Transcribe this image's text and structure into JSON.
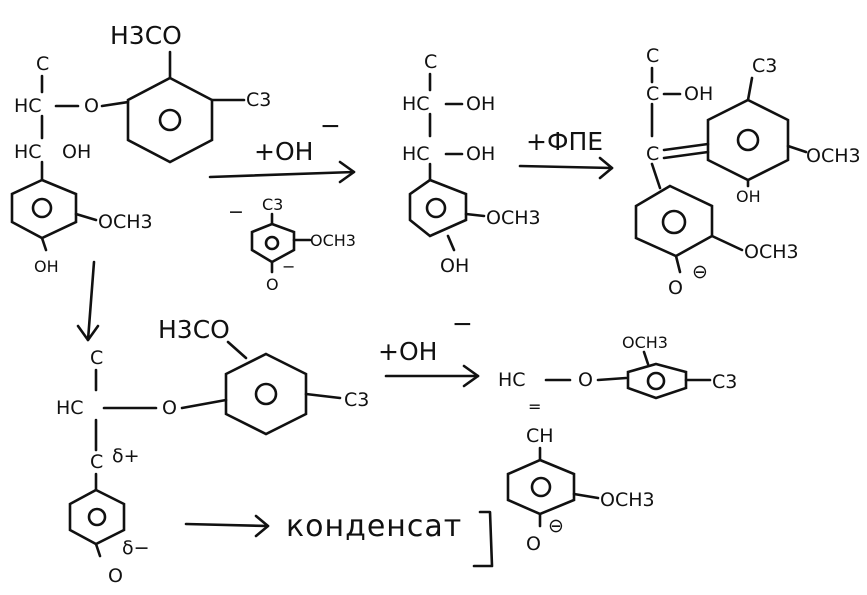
{
  "diagram": {
    "labels": {
      "s1_h3co": "H3CO",
      "s1_c": "C",
      "s1_hc1": "HC",
      "s1_o": "O",
      "s1_hc2": "HC",
      "s1_oh": "OH",
      "s1_c3": "C3",
      "s1_och3": "OCH3",
      "s1_oh_bottom": "OH",
      "arrow1_reagent": "+OH",
      "arrow1_minus": "−",
      "byproduct_minus": "−",
      "byproduct_c3": "C3",
      "byproduct_och3": "OCH3",
      "byproduct_o": "O",
      "byproduct_ominus": "−",
      "s2_c": "C",
      "s2_hc1": "HC",
      "s2_oh1": "OH",
      "s2_hc2": "HC",
      "s2_oh2": "OH",
      "s2_och3": "OCH3",
      "s2_oh_bottom": "OH",
      "arrow2_reagent": "+ФПЕ",
      "s3_c": "C",
      "s3_c2": "C",
      "s3_oh": "OH",
      "s3_c3": "C3",
      "s3_c4": "C",
      "s3_och3_ring1": "OCH3",
      "s3_oh_ring1": "OH",
      "s3_och3_ring2": "OCH3",
      "s3_o": "O",
      "s3_ominus": "⊖",
      "s4_h3co": "H3CO",
      "s4_c": "C",
      "s4_hc": "HC",
      "s4_o": "O",
      "s4_c3": "C3",
      "s4_c_lower": "C",
      "s4_delta_plus": "δ+",
      "s4_o_bottom": "O",
      "s4_delta_minus": "δ−",
      "arrow4_reagent": "+OH",
      "arrow4_minus": "−",
      "s5_hc": "HC",
      "s5_o": "O",
      "s5_och3_top": "OCH3",
      "s5_c3": "C3",
      "s5_double": "=",
      "s5_ch": "CH",
      "s5_och3": "OCH3",
      "s5_o_bottom": "O",
      "s5_ominus": "⊖",
      "product_word": "конденсат"
    }
  }
}
